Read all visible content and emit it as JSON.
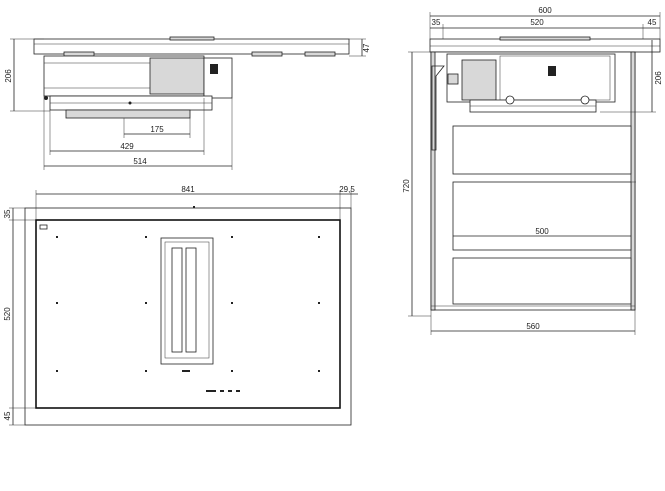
{
  "side_view": {
    "width_514": "514",
    "width_429": "429",
    "width_175": "175",
    "height_206": "206",
    "thickness_47": "47"
  },
  "top_view": {
    "width_841": "841",
    "offset_29_5": "29,5",
    "height_520": "520",
    "offset_35": "35",
    "offset_45": "45"
  },
  "cabinet_view": {
    "width_600": "600",
    "width_520": "520",
    "offset_35": "35",
    "offset_45": "45",
    "height_206": "206",
    "height_720": "720",
    "width_500": "500",
    "width_560": "560"
  }
}
